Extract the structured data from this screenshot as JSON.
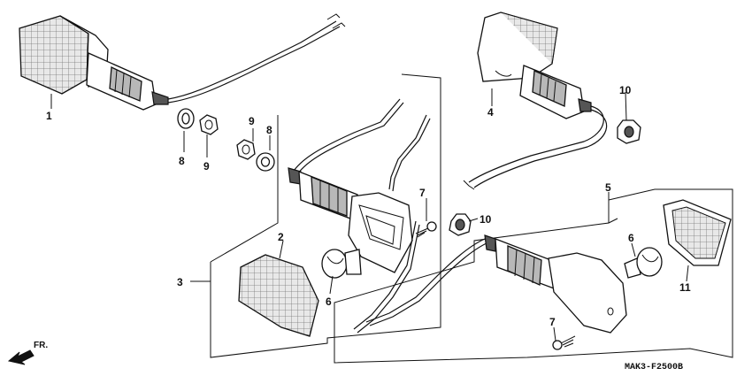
{
  "diagram": {
    "code": "MAK3-F2500B",
    "direction_label": "FR.",
    "callouts": [
      {
        "id": "c1",
        "text": "1"
      },
      {
        "id": "c2",
        "text": "2"
      },
      {
        "id": "c3",
        "text": "3"
      },
      {
        "id": "c4",
        "text": "4"
      },
      {
        "id": "c5",
        "text": "5"
      },
      {
        "id": "c6a",
        "text": "6"
      },
      {
        "id": "c6b",
        "text": "6"
      },
      {
        "id": "c7a",
        "text": "7"
      },
      {
        "id": "c7b",
        "text": "7"
      },
      {
        "id": "c8a",
        "text": "8"
      },
      {
        "id": "c8b",
        "text": "8"
      },
      {
        "id": "c9a",
        "text": "9"
      },
      {
        "id": "c9b",
        "text": "9"
      },
      {
        "id": "c10a",
        "text": "10"
      },
      {
        "id": "c10b",
        "text": "10"
      },
      {
        "id": "c11",
        "text": "11"
      }
    ]
  }
}
